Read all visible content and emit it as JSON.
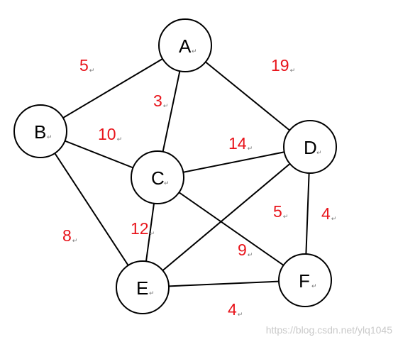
{
  "colors": {
    "weight": "#e8141b",
    "node_stroke": "#000000",
    "edge": "#000000",
    "watermark": "#c9c9c9"
  },
  "return_mark": "↵",
  "nodes": [
    {
      "id": "A",
      "label": "A"
    },
    {
      "id": "B",
      "label": "B"
    },
    {
      "id": "C",
      "label": "C"
    },
    {
      "id": "D",
      "label": "D"
    },
    {
      "id": "E",
      "label": "E"
    },
    {
      "id": "F",
      "label": "F"
    }
  ],
  "edges": [
    {
      "from": "A",
      "to": "B",
      "weight": "5"
    },
    {
      "from": "A",
      "to": "C",
      "weight": "3"
    },
    {
      "from": "A",
      "to": "D",
      "weight": "19"
    },
    {
      "from": "B",
      "to": "C",
      "weight": "10"
    },
    {
      "from": "B",
      "to": "E",
      "weight": "8"
    },
    {
      "from": "C",
      "to": "D",
      "weight": "14"
    },
    {
      "from": "C",
      "to": "E",
      "weight": "12"
    },
    {
      "from": "C",
      "to": "F",
      "weight": "9"
    },
    {
      "from": "D",
      "to": "E",
      "weight": "5"
    },
    {
      "from": "D",
      "to": "F",
      "weight": "4"
    },
    {
      "from": "E",
      "to": "F",
      "weight": "4"
    }
  ],
  "watermark": "https://blog.csdn.net/ylq1045"
}
